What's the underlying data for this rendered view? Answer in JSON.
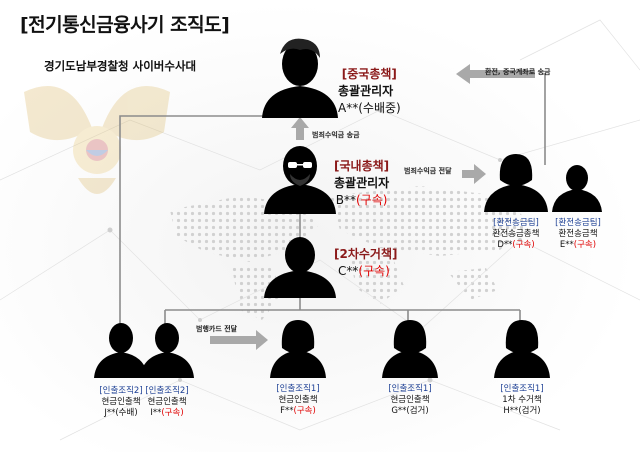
{
  "title": "[전기통신금융사기 조직도]",
  "subtitle": "경기도남부경찰청 사이버수사대",
  "nodes": {
    "a": {
      "tag": "[중국총책]",
      "role": "총괄관리자",
      "name": "A**",
      "status": "(수배중)"
    },
    "b": {
      "tag": "[국내총책]",
      "role": "총괄관리자",
      "name": "B**",
      "status": "(구속)"
    },
    "c": {
      "tag": "[2차수거책]",
      "name": "C**",
      "status": "(구속)"
    },
    "d": {
      "tag": "[환전송금팀]",
      "role": "환전송금총책",
      "name": "D**",
      "status": "(구속)"
    },
    "e": {
      "tag": "[환전송금팀]",
      "role": "환전송금책",
      "name": "E**",
      "status": "(구속)"
    },
    "j": {
      "tag": "[인출조직2]",
      "role": "현금인출책",
      "name": "J**",
      "status": "(수배)"
    },
    "i": {
      "tag": "[인출조직2]",
      "role": "현금인출책",
      "name": "I**",
      "status": "(구속)"
    },
    "f": {
      "tag": "[인출조직1]",
      "role": "현금인출책",
      "name": "F**",
      "status": "(구속)"
    },
    "g": {
      "tag": "[인출조직1]",
      "role": "현금인출책",
      "name": "G**",
      "status": "(검거)"
    },
    "h": {
      "tag": "[인출조직1]",
      "role": "1차 수거책",
      "name": "H**",
      "status": "(검거)"
    }
  },
  "arrows": {
    "exchange_send": "환전, 중국계좌로 송금",
    "proceeds_send": "범죄수익금 송금",
    "proceeds_deliver": "범죄수익금 전달",
    "card_deliver": "범행카드 전달"
  },
  "colors": {
    "tag": "#8b1a1a",
    "tag_small": "#1c3f94",
    "status": "#e00000",
    "arrow": "#a9a9a9",
    "line": "#8c8c8c"
  }
}
